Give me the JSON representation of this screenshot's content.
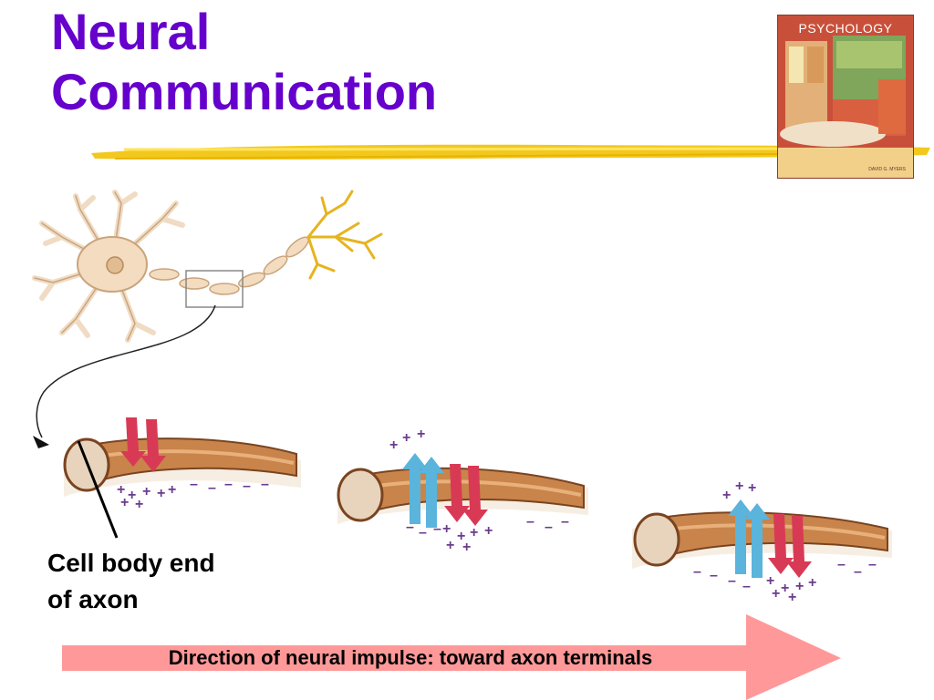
{
  "title": "Neural\nCommunication",
  "book_cover": {
    "title": "PSYCHOLOGY",
    "author": "DAVID G. MYERS"
  },
  "cell_body_label": "Cell body end\nof axon",
  "impulse_direction_label": "Direction of neural impulse: toward axon terminals",
  "charge_symbols": {
    "positive": "+",
    "negative": "–"
  },
  "colors": {
    "title": "#6600cc",
    "underline": "#f2c81e",
    "impulse_arrow": "#ff9999",
    "outflow_arrow": "#d83a55",
    "inflow_arrow": "#5ab4dc",
    "charge": "#6a3b8f"
  }
}
